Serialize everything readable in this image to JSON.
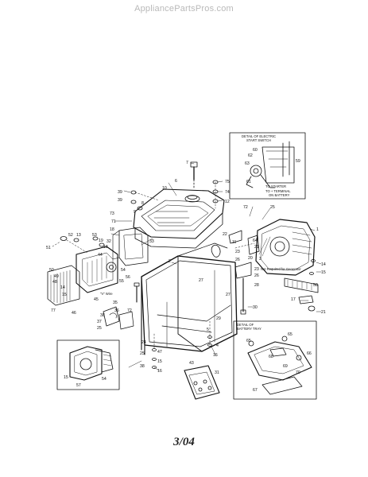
{
  "watermark": "AppliancePartsPros.com",
  "page_number": "3/04",
  "detail_electric_start": {
    "title_line1": "DETAIL OF ELECTRIC",
    "title_line2": "START SWITCH",
    "to_starter": "TO STARTER",
    "to_terminal_line1": "TO + TERMINAL",
    "to_terminal_line2": "ON BATTERY"
  },
  "detail_battery_tray": {
    "title_line1": "DETAIL OF",
    "title_line2": "BATTERY TRAY"
  },
  "annotations": {
    "v_wire": "\"V\" Wire",
    "not_required": "Not Required\nfor Generator"
  },
  "part_numbers": {
    "p7": "7",
    "p6": "6",
    "p10": "10",
    "p39a": "39",
    "p39b": "39",
    "p8": "8",
    "p9": "9",
    "p75": "75",
    "p74": "74",
    "p12": "12",
    "p73": "73",
    "p71": "71",
    "p18": "18",
    "p32": "32",
    "p33": "33",
    "p1": "1",
    "p2": "2",
    "p3": "3",
    "p52": "52",
    "p13": "13",
    "p53": "53",
    "p51": "51",
    "p19": "19",
    "p18b": "18",
    "p44": "44",
    "p50": "50",
    "p49": "49",
    "p48": "48",
    "p14": "14",
    "p15": "15",
    "p77": "77",
    "p56": "56",
    "p55": "55",
    "p54": "54",
    "p45": "45",
    "p46": "46",
    "p35": "35",
    "p36": "36",
    "p37": "37",
    "p38": "38",
    "p25": "25",
    "p72": "72",
    "p22": "22",
    "p11": "11",
    "p23": "23",
    "p26": "26",
    "p28": "28",
    "p30": "30",
    "p27": "27",
    "p20": "20",
    "p21": "21",
    "p64": "64",
    "p14b": "14",
    "p15b": "15",
    "p58": "58",
    "p17": "17",
    "p21b": "21",
    "p29": "29",
    "p24": "24",
    "p47": "47",
    "p16": "16",
    "p43": "43",
    "p31": "31",
    "p57": "57",
    "p15c": "15",
    "p62": "62",
    "p60": "60",
    "p63": "63",
    "p59": "59",
    "p61": "61",
    "p65": "65",
    "p66": "66",
    "p68": "68",
    "p69": "69",
    "p70": "70",
    "p67": "67",
    "p4": "4",
    "p5": "5"
  }
}
